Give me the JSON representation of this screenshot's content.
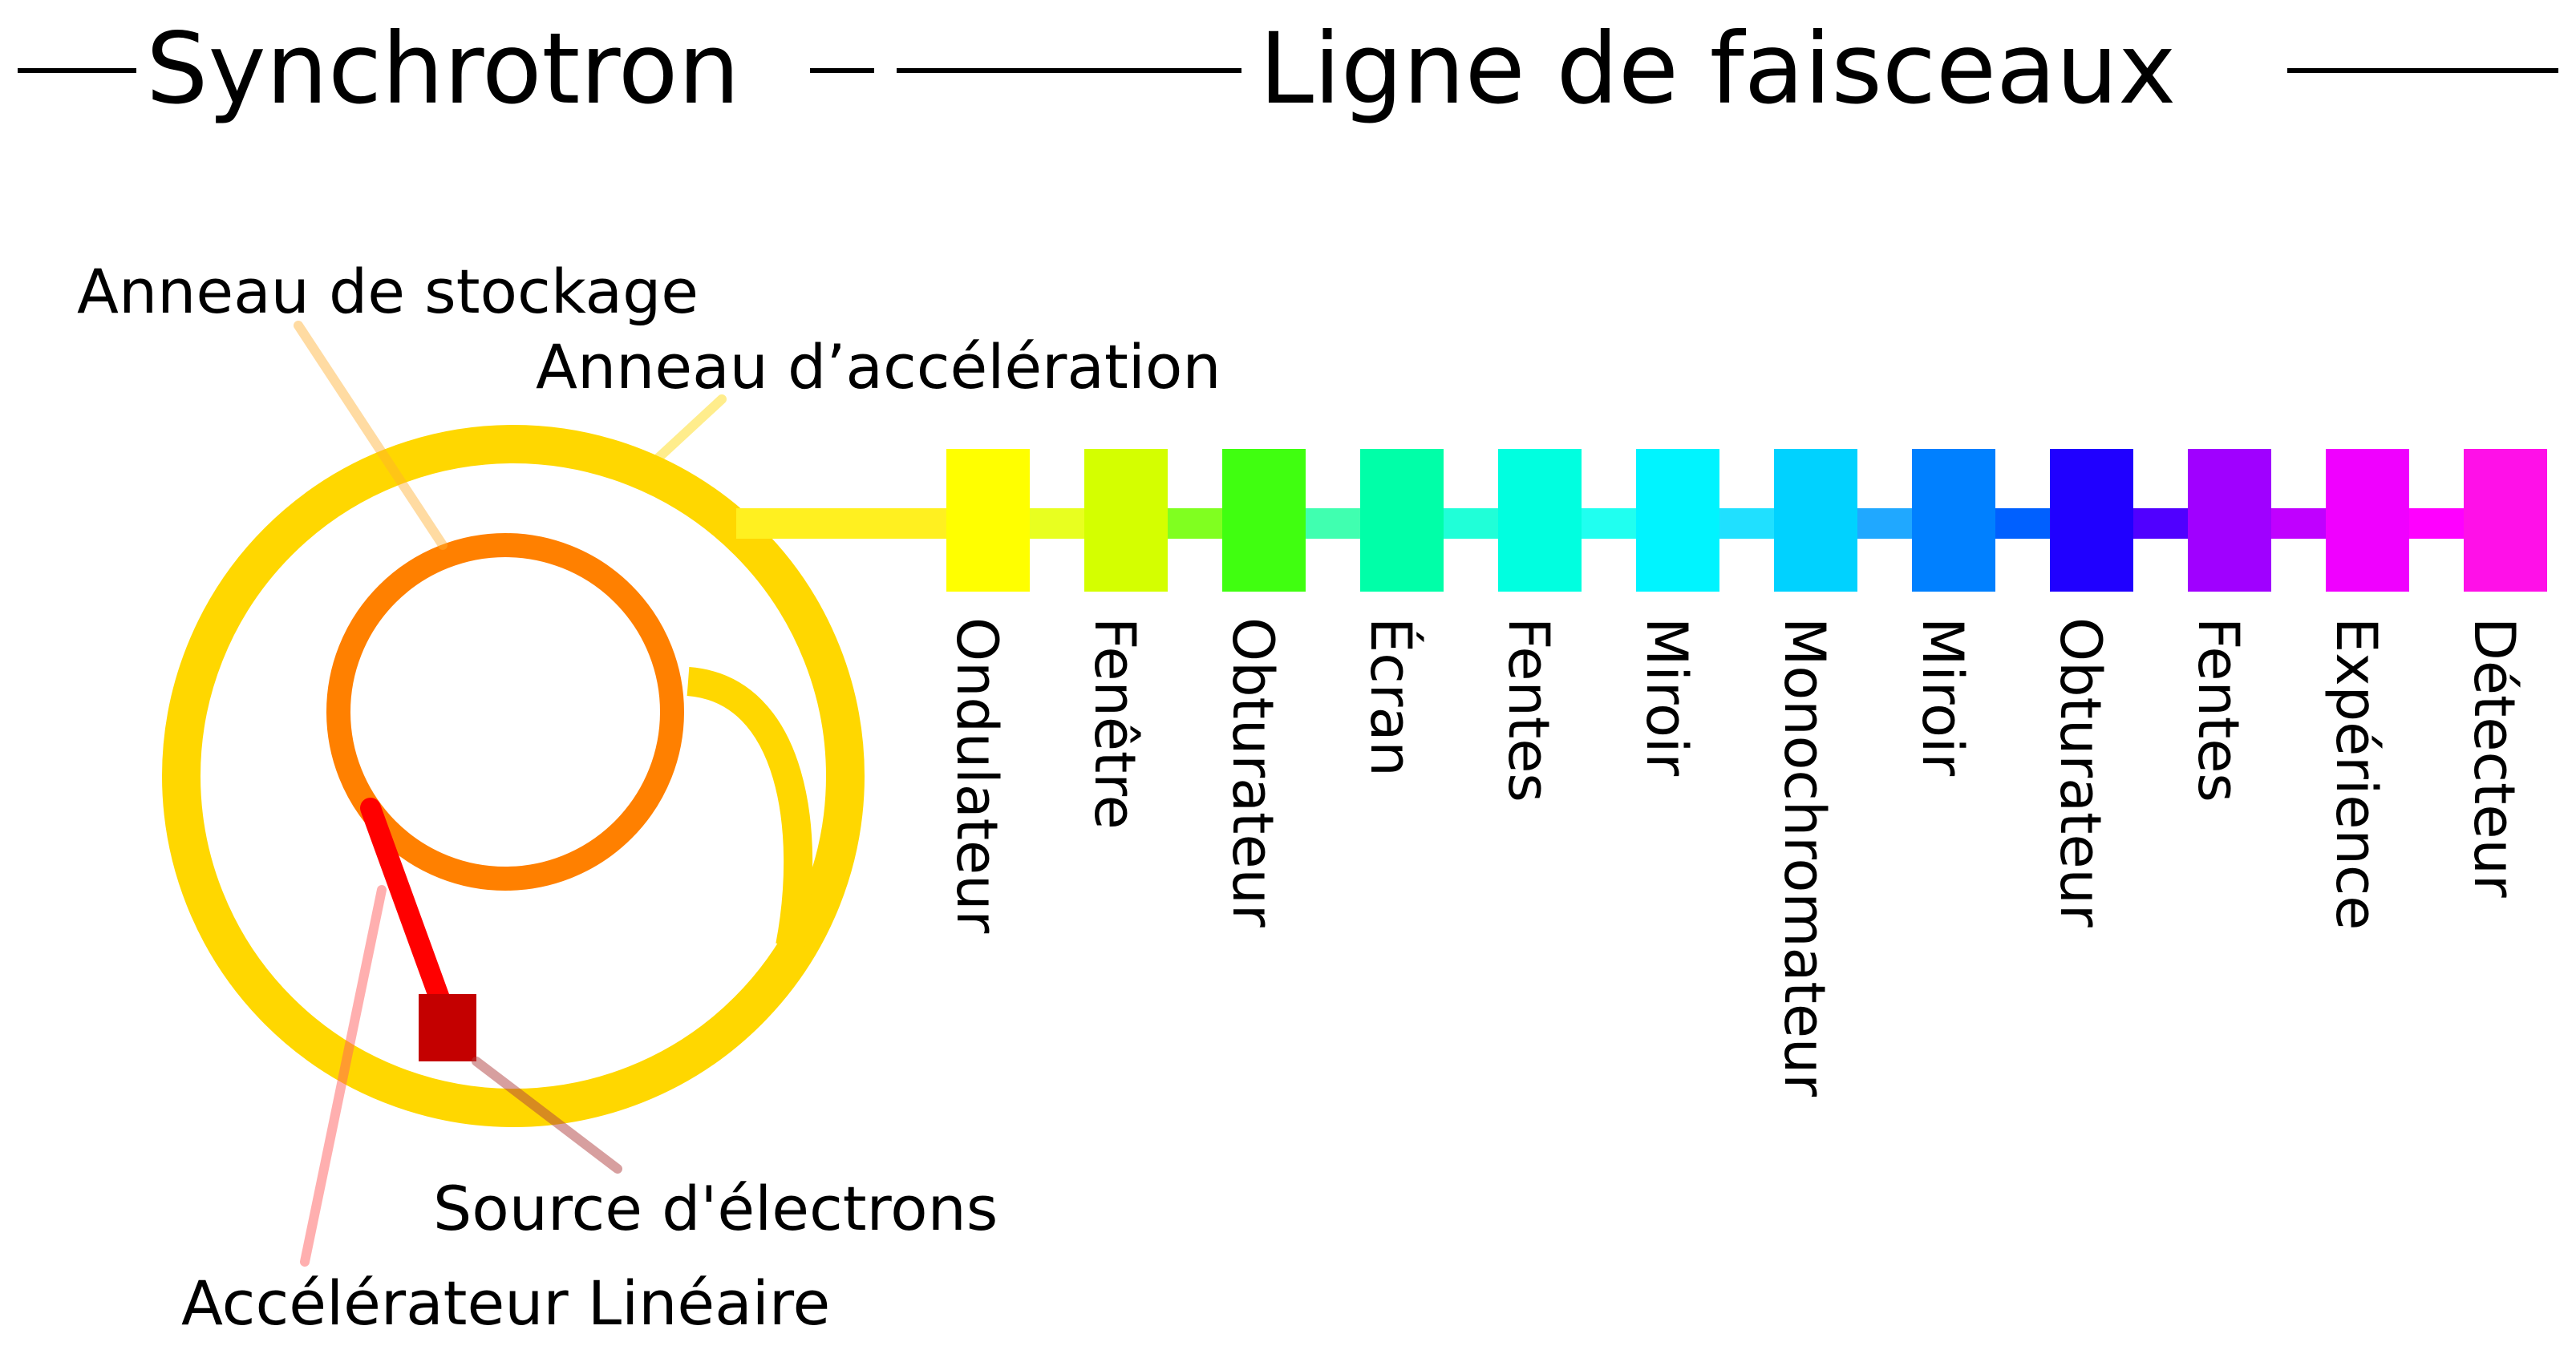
{
  "headings": {
    "synchrotron": "Synchrotron",
    "beamline": "Ligne de faisceaux"
  },
  "synchrotron_labels": {
    "storage_ring": "Anneau de stockage",
    "booster_ring": "Anneau d’accélération",
    "electron_source": "Source d'électrons",
    "linear_accelerator": "Accélérateur Linéaire"
  },
  "colors": {
    "booster_ring": "#FFD700",
    "storage_ring": "#FF8000",
    "linac": "#FF0000",
    "electron_source": "#C00000"
  },
  "components": [
    {
      "label": "Ondulateur",
      "color": "#FFFF00"
    },
    {
      "label": "Fenêtre",
      "color": "#D4FF00"
    },
    {
      "label": "Obturateur",
      "color": "#40FF10"
    },
    {
      "label": "Écran",
      "color": "#00FFA8"
    },
    {
      "label": "Fentes",
      "color": "#00FFE0"
    },
    {
      "label": "Miroir",
      "color": "#00F4FF"
    },
    {
      "label": "Monochromateur",
      "color": "#00D2FF"
    },
    {
      "label": "Miroir",
      "color": "#0080FF"
    },
    {
      "label": "Obturateur",
      "color": "#2000FF"
    },
    {
      "label": "Fentes",
      "color": "#A000FF"
    },
    {
      "label": "Expérience",
      "color": "#F000FF"
    },
    {
      "label": "Détecteur",
      "color": "#FF10E8"
    }
  ],
  "connector_colors": [
    "#FFFF20",
    "#E8FF20",
    "#80FF20",
    "#40FFB0",
    "#20FFD8",
    "#20FFF0",
    "#20E0FF",
    "#20A8FF",
    "#0060FF",
    "#5000FF",
    "#C000FF",
    "#FF00FF"
  ]
}
